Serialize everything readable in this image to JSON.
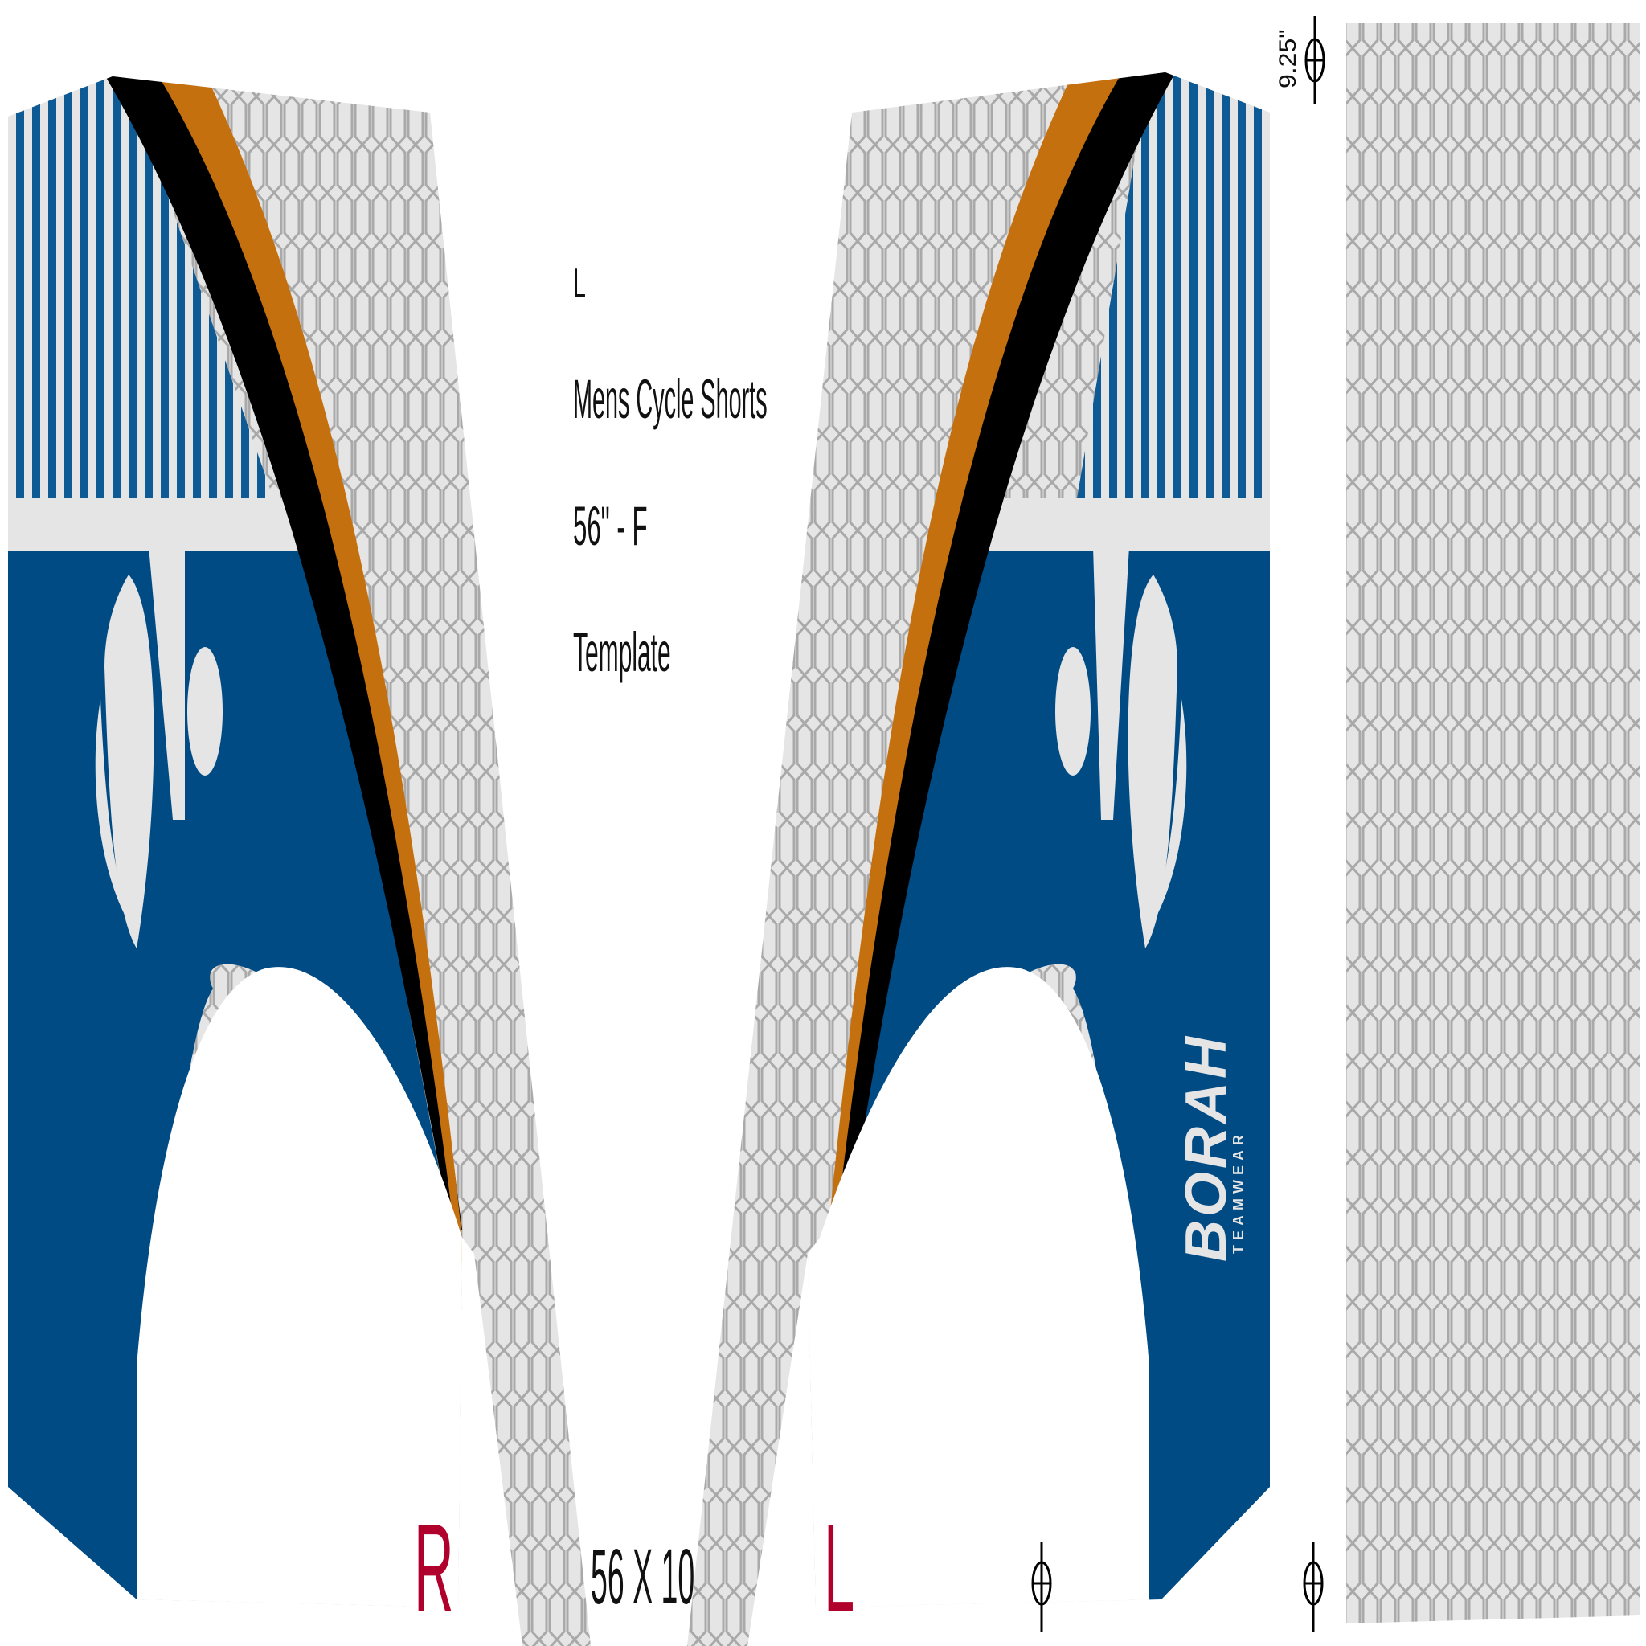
{
  "template_info": {
    "size": "L",
    "product": "Mens Cycle Shorts",
    "measure": "56\" - F",
    "kind": "Template"
  },
  "panels": {
    "right_marker": "R",
    "left_marker": "L",
    "dimensions": "56 X 10"
  },
  "strip": {
    "height_label": "9.25\""
  },
  "brand": {
    "logo_text": "BORAH",
    "logo_subtext": "TEAMWEAR"
  },
  "colors": {
    "navy": "#014b85",
    "stripe_blue": "#0d5a95",
    "light_gray": "#e5e5e5",
    "mesh_gray": "#a9a9a9",
    "orange": "#c5700f",
    "black": "#000000",
    "marker_red": "#b0002c"
  },
  "icons": [
    "registration-mark-icon"
  ]
}
